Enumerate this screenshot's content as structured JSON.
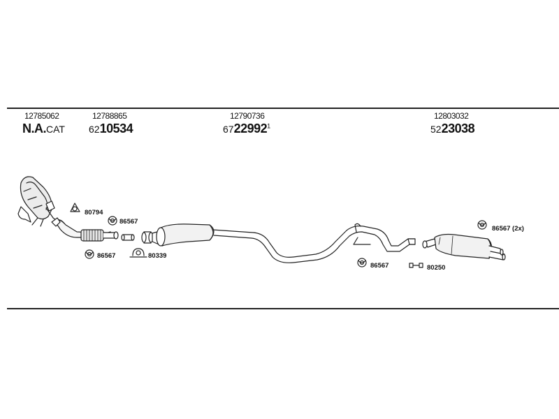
{
  "header": {
    "columns": [
      {
        "code": "12785062",
        "label_main": "N.A.",
        "label_small": "CAT"
      },
      {
        "code": "12788865",
        "prefix": "62",
        "number": "10534"
      },
      {
        "code": "12790736",
        "prefix": "67",
        "number": "22992",
        "suffix": "1"
      },
      {
        "code": "12803032",
        "prefix": "52",
        "number": "23038"
      }
    ]
  },
  "parts": [
    {
      "id": "80794"
    },
    {
      "id": "86567"
    },
    {
      "id": "86567"
    },
    {
      "id": "80339"
    },
    {
      "id": "86567"
    },
    {
      "id": "80250"
    },
    {
      "id": "86567 (2x)"
    }
  ]
}
